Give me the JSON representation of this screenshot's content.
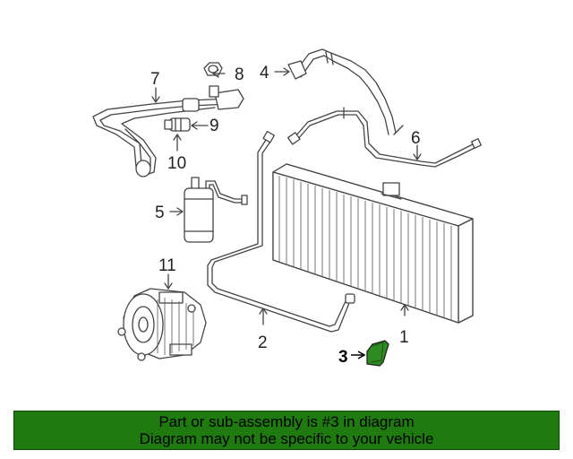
{
  "callouts": {
    "c1": "1",
    "c2": "2",
    "c3": "3",
    "c4": "4",
    "c5": "5",
    "c6": "6",
    "c7": "7",
    "c8": "8",
    "c9": "9",
    "c10": "10",
    "c11": "11"
  },
  "highlight_color": "#2e8b22",
  "banner": {
    "line1": "Part or sub-assembly is #3 in diagram",
    "line2": "Diagram may not be specific to your vehicle",
    "color": "#1f7a10"
  }
}
